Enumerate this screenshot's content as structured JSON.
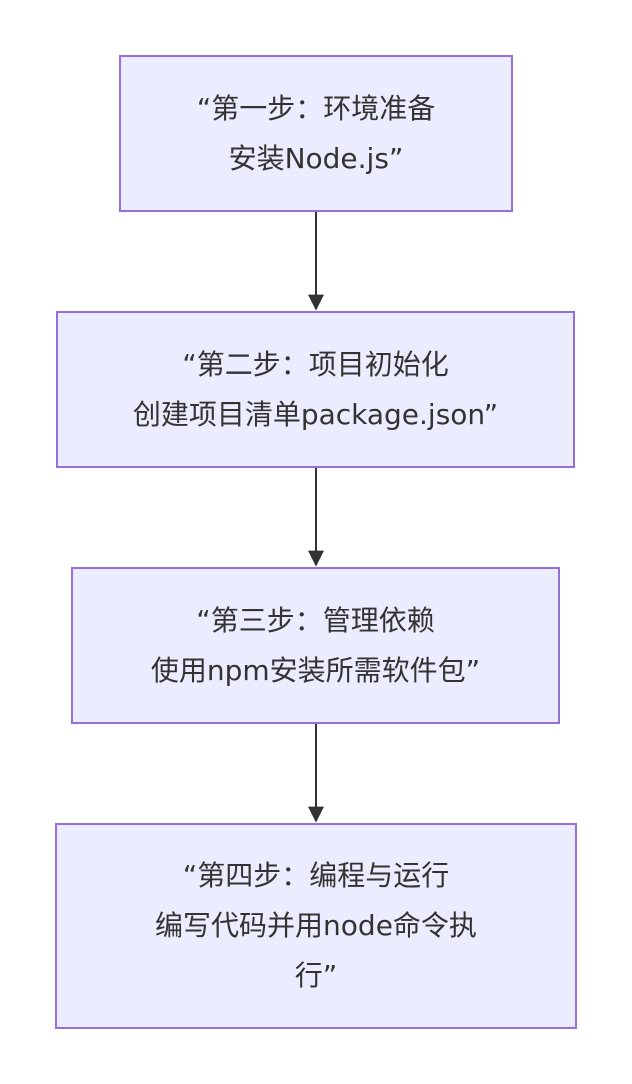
{
  "colors": {
    "node_fill": "#ECECFF",
    "node_border": "#9370DB",
    "text": "#333333",
    "edge": "#333333"
  },
  "diagram": {
    "type": "flowchart",
    "direction": "top-to-bottom",
    "nodes": [
      {
        "id": "step1",
        "lines": [
          "“第一步：环境准备",
          "安装Node.js”"
        ]
      },
      {
        "id": "step2",
        "lines": [
          "“第二步：项目初始化",
          "创建项目清单package.json”"
        ]
      },
      {
        "id": "step3",
        "lines": [
          "“第三步：管理依赖",
          "使用npm安装所需软件包”"
        ]
      },
      {
        "id": "step4",
        "lines": [
          "“第四步：编程与运行",
          "编写代码并用node命令执",
          "行”"
        ]
      }
    ],
    "edges": [
      {
        "from": "step1",
        "to": "step2"
      },
      {
        "from": "step2",
        "to": "step3"
      },
      {
        "from": "step3",
        "to": "step4"
      }
    ]
  }
}
